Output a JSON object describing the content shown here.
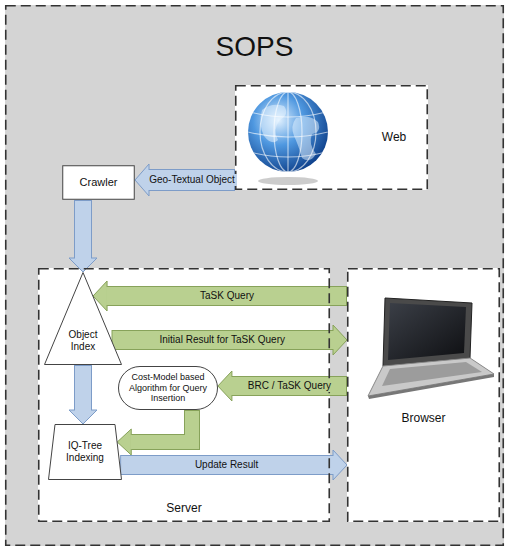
{
  "diagram": {
    "nodes": [
      {
        "text": [
          "SOPS"
        ]
      },
      {
        "text": [
          "Web"
        ],
        "in": 0
      },
      {
        "text": [
          "Crawler"
        ],
        "in": 0
      },
      {
        "text": [
          "Server"
        ],
        "in": 0
      },
      {
        "text": [
          "Object Index"
        ],
        "in": 3
      },
      {
        "text": [
          "Cost-Model based Algorithm for Query Insertion"
        ],
        "in": 3
      },
      {
        "text": [
          "IQ-Tree Indexing"
        ],
        "in": 3
      },
      {
        "text": [
          "Browser"
        ],
        "in": 0
      }
    ],
    "edges": [
      {
        "from": 1,
        "to": 2,
        "label": "Geo-Textual Object",
        "arrow": "to"
      },
      {
        "from": 2,
        "to": 4,
        "arrow": "to"
      },
      {
        "from": 7,
        "to": 4,
        "label": "TaSK Query",
        "arrow": "to"
      },
      {
        "from": 4,
        "to": 7,
        "label": "Initial Result for TaSK Query",
        "arrow": "to"
      },
      {
        "from": 7,
        "to": 5,
        "label": "BRC / TaSK Query",
        "arrow": "to"
      },
      {
        "from": 4,
        "to": 6,
        "arrow": "to"
      },
      {
        "from": 5,
        "to": 6,
        "arrow": "to"
      },
      {
        "from": 6,
        "to": 7,
        "label": "Update Result",
        "arrow": "to"
      }
    ]
  }
}
